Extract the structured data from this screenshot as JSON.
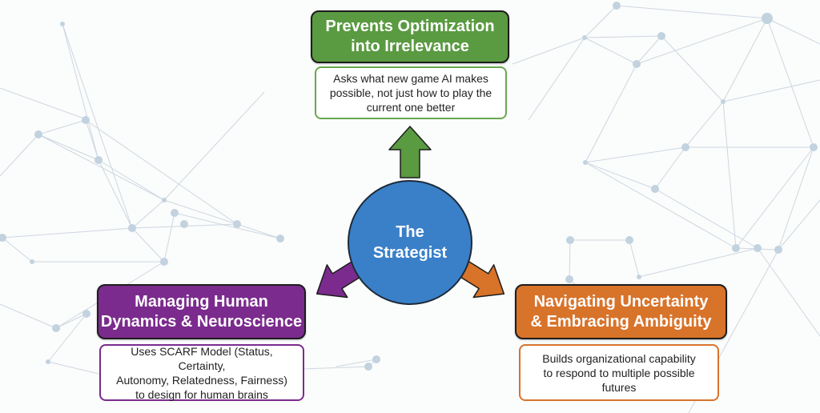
{
  "center": {
    "line1": "The",
    "line2": "Strategist",
    "color": "#3a80c8"
  },
  "branches": [
    {
      "id": "top",
      "title_line1": "Prevents Optimization",
      "title_line2": "into Irrelevance",
      "desc_line1": "Asks what new game AI makes",
      "desc_line2": "possible, not just how to play the",
      "desc_line3": "current one better",
      "color": "#5a9a41",
      "arrow_direction": "up"
    },
    {
      "id": "left",
      "title_line1": "Managing Human",
      "title_line2": "Dynamics & Neuroscience",
      "desc_line1": "Uses SCARF Model (Status, Certainty,",
      "desc_line2": "Autonomy, Relatedness, Fairness)",
      "desc_line3": "to design for human brains",
      "color": "#7b2b8d",
      "arrow_direction": "down-left"
    },
    {
      "id": "right",
      "title_line1": "Navigating Uncertainty",
      "title_line2": "& Embracing Ambiguity",
      "desc_line1": "Builds organizational capability",
      "desc_line2": "to respond to multiple possible",
      "desc_line3": "futures",
      "color": "#d8732a",
      "arrow_direction": "down-right"
    }
  ]
}
